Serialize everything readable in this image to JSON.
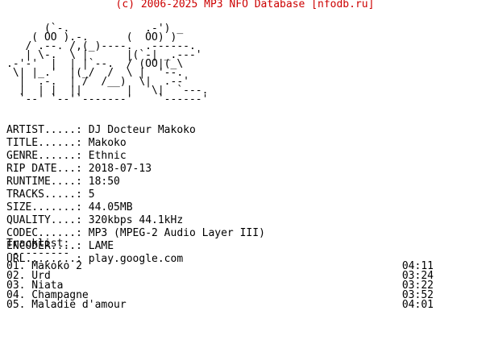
{
  "header": {
    "text": "(c) 2006-2025 MP3 NFO Database [nfodb.ru]"
  },
  "logo": {
    "lines": [
      "      (`-.            .-') _",
      "    ( OO ).-.      (  OO) )",
      "   / .--. /,(_)----.  .------.",
      "   | \\-.  \\ |      |(`-| _.---'",
      ".-'-'  |  | |`--.  / (OO|(_\\",
      " \\| |_.'  |(_/  /  \\ |  '--.",
      "  |  .-.  | /  /__)  \\|  .--'",
      "  |  | |  ||       |   \\|  `---.",
      "  `--' `--'`-------'    `------'"
    ]
  },
  "info": [
    {
      "label": "ARTIST.....:",
      "value": "DJ Docteur Makoko"
    },
    {
      "label": "TITLE......:",
      "value": "Makoko"
    },
    {
      "label": "GENRE......:",
      "value": "Ethnic"
    },
    {
      "label": "RIP DATE...:",
      "value": "2018-07-13"
    },
    {
      "label": "RUNTIME....:",
      "value": "18:50"
    },
    {
      "label": "TRACKS.....:",
      "value": "5"
    },
    {
      "label": "SIZE.......:",
      "value": "44.05MB"
    },
    {
      "label": "QUALITY....:",
      "value": "320kbps 44.1kHz"
    },
    {
      "label": "CODEC......:",
      "value": "MP3 (MPEG-2 Audio Layer III)"
    },
    {
      "label": "ENCODER....:",
      "value": "LAME"
    },
    {
      "label": "URL........:",
      "value": "play.google.com"
    }
  ],
  "tracklist": {
    "title": "Tracklist:",
    "rule": "----------",
    "tracks": [
      {
        "title": "01. Makoko 2",
        "time": "04:11"
      },
      {
        "title": "02. Urd",
        "time": "03:24"
      },
      {
        "title": "03. Niata",
        "time": "03:22"
      },
      {
        "title": "04. Champagne",
        "time": "03:52"
      },
      {
        "title": "05. Maladie d'amour",
        "time": "04:01"
      }
    ]
  },
  "colors": {
    "header": "#cc0000",
    "text": "#000000",
    "background": "#ffffff"
  }
}
